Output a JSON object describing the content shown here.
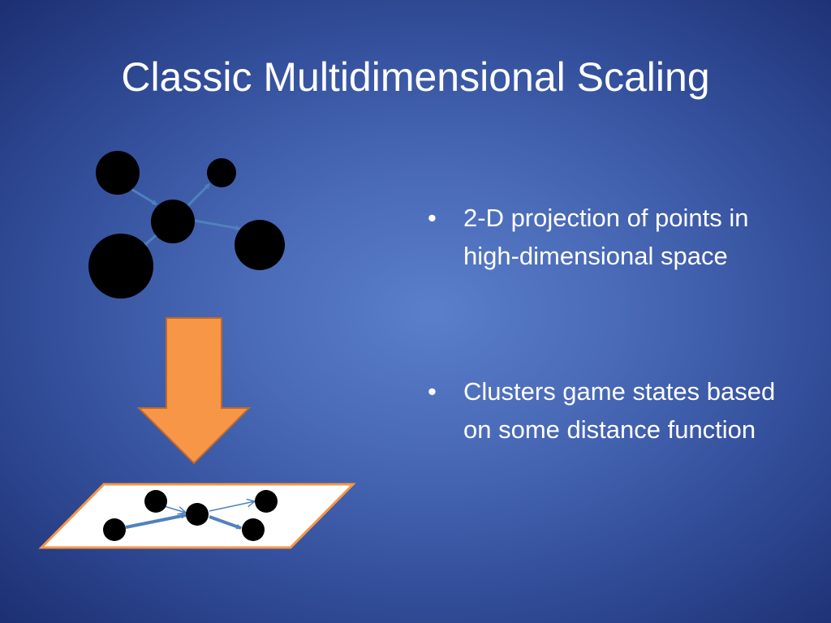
{
  "slide": {
    "title": "Classic Multidimensional Scaling"
  },
  "bullets": [
    {
      "marker": "•",
      "text": "2-D projection of points in high-dimensional space"
    },
    {
      "marker": "•",
      "text": "Clusters game states based on some distance function"
    }
  ],
  "diagram": {
    "colors": {
      "points": "#000000",
      "edge_arrows": "#4f81bd",
      "down_arrow_fill": "#f79646",
      "down_arrow_stroke": "#c0692a",
      "plane_fill": "#ffffff",
      "plane_stroke": "#f79646"
    },
    "icons": [
      "down-arrow-icon"
    ]
  }
}
